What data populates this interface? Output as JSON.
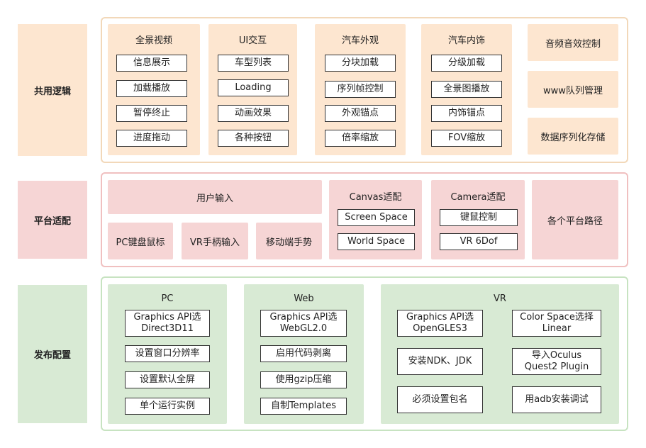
{
  "rows": {
    "shared": {
      "label": "共用逻辑"
    },
    "platform": {
      "label": "平台适配"
    },
    "publish": {
      "label": "发布配置"
    }
  },
  "shared": {
    "panorama": {
      "title": "全景视频",
      "items": [
        "信息展示",
        "加载播放",
        "暂停终止",
        "进度拖动"
      ]
    },
    "ui": {
      "title": "UI交互",
      "items": [
        "车型列表",
        "Loading",
        "动画效果",
        "各种按钮"
      ]
    },
    "exterior": {
      "title": "汽车外观",
      "items": [
        "分块加载",
        "序列帧控制",
        "外观锚点",
        "倍率缩放"
      ]
    },
    "interior": {
      "title": "汽车内饰",
      "items": [
        "分级加载",
        "全景图播放",
        "内饰锚点",
        "FOV缩放"
      ]
    },
    "side": [
      "音频音效控制",
      "www队列管理",
      "数据序列化存储"
    ]
  },
  "platform": {
    "user_input": {
      "title": "用户输入",
      "items": [
        "PC键盘鼠标",
        "VR手柄输入",
        "移动端手势"
      ]
    },
    "canvas": {
      "title": "Canvas适配",
      "items": [
        "Screen Space",
        "World Space"
      ]
    },
    "camera": {
      "title": "Camera适配",
      "items": [
        "键鼠控制",
        "VR 6Dof"
      ]
    },
    "paths": "各个平台路径"
  },
  "publish": {
    "pc": {
      "title": "PC",
      "items": [
        "Graphics API选\nDirect3D11",
        "设置窗口分辨率",
        "设置默认全屏",
        "单个运行实例"
      ]
    },
    "web": {
      "title": "Web",
      "items": [
        "Graphics API选\nWebGL2.0",
        "启用代码剥离",
        "使用gzip压缩",
        "自制Templates"
      ]
    },
    "vr": {
      "title": "VR",
      "left": [
        "Graphics API选\nOpenGLES3",
        "安装NDK、JDK",
        "必须设置包名"
      ],
      "right": [
        "Color Space选择\nLinear",
        "导入Oculus\nQuest2 Plugin",
        "用adb安装调试"
      ]
    }
  }
}
